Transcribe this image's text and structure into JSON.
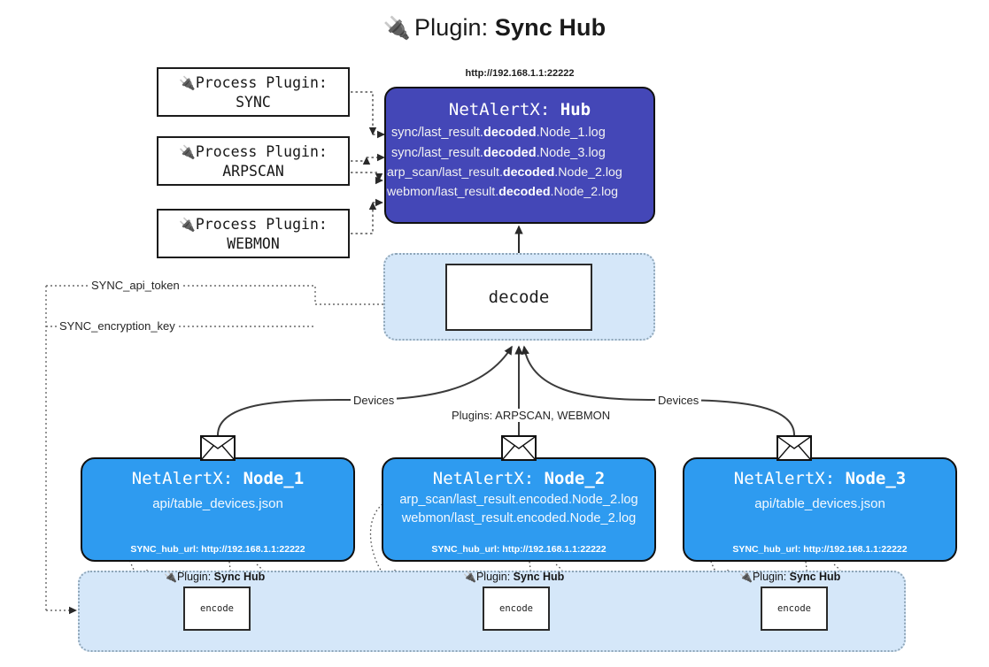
{
  "title": {
    "icon": "plug-icon",
    "prefix": "Plugin: ",
    "name": "Sync Hub"
  },
  "process_plugins": [
    {
      "icon": "plug-icon",
      "header": "Process Plugin:",
      "name": "SYNC"
    },
    {
      "icon": "plug-icon",
      "header": "Process Plugin:",
      "name": "ARPSCAN"
    },
    {
      "icon": "plug-icon",
      "header": "Process Plugin:",
      "name": "WEBMON"
    }
  ],
  "hub": {
    "url": "http://192.168.1.1:22222",
    "title_prefix": "NetAlertX: ",
    "title_name": "Hub",
    "lines": [
      {
        "pre": "sync/last_result.",
        "bold": "decoded",
        "post": ".Node_1.log"
      },
      {
        "pre": "sync/last_result.",
        "bold": "decoded",
        "post": ".Node_3.log"
      },
      {
        "pre": "arp_scan/last_result.",
        "bold": "decoded",
        "post": ".Node_2.log"
      },
      {
        "pre": "webmon/last_result.",
        "bold": "decoded",
        "post": ".Node_2.log"
      }
    ]
  },
  "decode": {
    "label": "decode"
  },
  "settings_wires": [
    {
      "label": "SYNC_api_token"
    },
    {
      "label": "SYNC_encryption_key"
    }
  ],
  "connectors": {
    "left_devices": "Devices",
    "right_devices": "Devices",
    "center_plugins": "Plugins: ARPSCAN, WEBMON"
  },
  "nodes": [
    {
      "title_prefix": "NetAlertX: ",
      "title_name": "Node_1",
      "lines": [
        "api/table_devices.json"
      ],
      "footer": "SYNC_hub_url: http://192.168.1.1:22222",
      "envelope_icon": "envelope-icon"
    },
    {
      "title_prefix": "NetAlertX: ",
      "title_name": "Node_2",
      "lines": [
        "arp_scan/last_result.encoded.Node_2.log",
        "webmon/last_result.encoded.Node_2.log"
      ],
      "footer": "SYNC_hub_url: http://192.168.1.1:22222",
      "envelope_icon": "envelope-icon"
    },
    {
      "title_prefix": "NetAlertX: ",
      "title_name": "Node_3",
      "lines": [
        "api/table_devices.json"
      ],
      "footer": "SYNC_hub_url: http://192.168.1.1:22222",
      "envelope_icon": "envelope-icon"
    }
  ],
  "encoders": [
    {
      "icon": "plug-icon",
      "prefix": "Plugin: ",
      "name": "Sync Hub",
      "box_label": "encode"
    },
    {
      "icon": "plug-icon",
      "prefix": "Plugin: ",
      "name": "Sync Hub",
      "box_label": "encode"
    },
    {
      "icon": "plug-icon",
      "prefix": "Plugin: ",
      "name": "Sync Hub",
      "box_label": "encode"
    }
  ],
  "colors": {
    "hub_fill": "#4447b7",
    "node_fill": "#2e9bf0",
    "band_fill": "#d5e7f9",
    "stroke": "#111111",
    "band_stroke": "#8fa6b8",
    "page_bg": "#ffffff"
  }
}
